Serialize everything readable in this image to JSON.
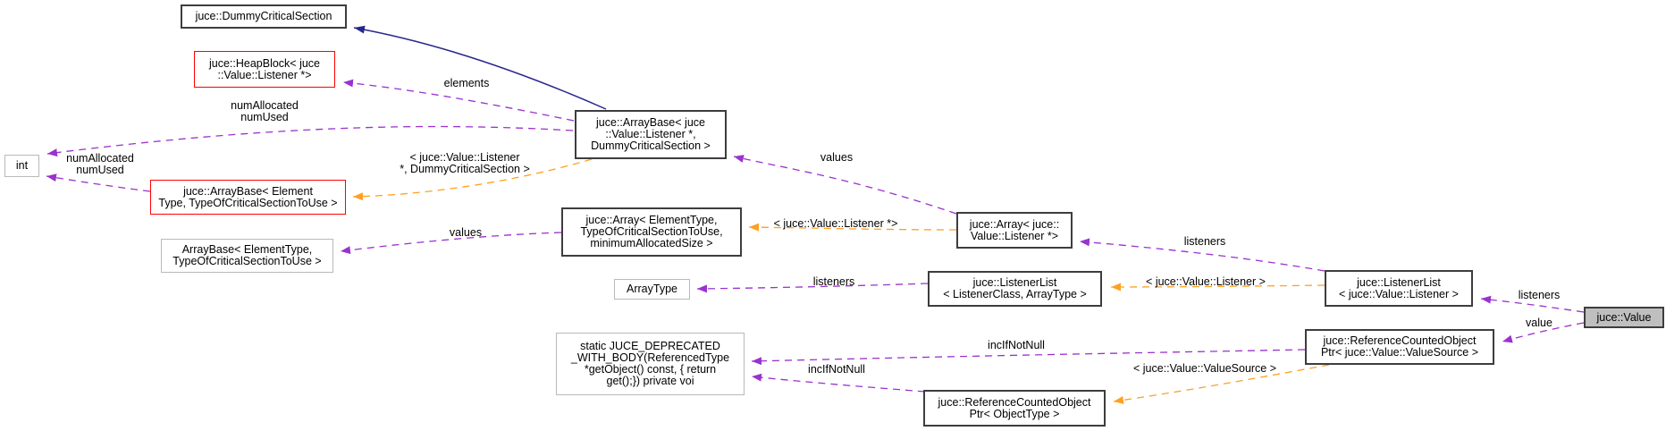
{
  "diagram": {
    "kind": "doxygen-collaboration-graph",
    "colors": {
      "usage_edge": "#9a32cd",
      "template_edge": "#ffa020",
      "inheritance_edge": "#26268f",
      "node_border": "#3d3d3d",
      "undocumented_border": "#b9b9b9",
      "truncated_border": "#ff0000",
      "main_node_fill": "#bfbfbf",
      "background": "#ffffff"
    },
    "nodes": {
      "dummy_critical_section": {
        "lines": [
          "juce::DummyCriticalSection"
        ]
      },
      "heap_block": {
        "lines": [
          "juce::HeapBlock< juce",
          "::Value::Listener *>"
        ]
      },
      "int_type": {
        "lines": [
          "int"
        ]
      },
      "arraybase_element": {
        "lines": [
          "juce::ArrayBase< Element",
          "Type, TypeOfCriticalSectionToUse >"
        ]
      },
      "arraybase_elementtype": {
        "lines": [
          "ArrayBase< ElementType,",
          "TypeOfCriticalSectionToUse >"
        ]
      },
      "arraybase_listener": {
        "lines": [
          "juce::ArrayBase< juce",
          "::Value::Listener *,",
          "DummyCriticalSection >"
        ]
      },
      "array_elementtype": {
        "lines": [
          "juce::Array< ElementType,",
          "TypeOfCriticalSectionToUse,",
          "minimumAllocatedSize >"
        ]
      },
      "arraytype": {
        "lines": [
          "ArrayType"
        ]
      },
      "array_listener": {
        "lines": [
          "juce::Array< juce::",
          "Value::Listener *>"
        ]
      },
      "listenerlist_generic": {
        "lines": [
          "juce::ListenerList",
          "< ListenerClass, ArrayType >"
        ]
      },
      "listenerlist_value": {
        "lines": [
          "juce::ListenerList",
          "< juce::Value::Listener >"
        ]
      },
      "deprecated": {
        "lines": [
          "static JUCE_DEPRECATED",
          "_WITH_BODY(ReferencedType",
          "*getObject() const, { return",
          "get();}) private voi"
        ]
      },
      "rco_valuesource": {
        "lines": [
          "juce::ReferenceCountedObject",
          "Ptr< juce::Value::ValueSource >"
        ]
      },
      "rco_objecttype": {
        "lines": [
          "juce::ReferenceCountedObject",
          "Ptr< ObjectType >"
        ]
      },
      "value": {
        "lines": [
          "juce::Value"
        ]
      }
    },
    "edge_labels": {
      "elements": {
        "lines": [
          "elements"
        ]
      },
      "num_top": {
        "lines": [
          "numAllocated",
          "numUsed"
        ]
      },
      "num_left": {
        "lines": [
          "numAllocated",
          "numUsed"
        ]
      },
      "tmpl_arraybase": {
        "lines": [
          "< juce::Value::Listener",
          "*, DummyCriticalSection >"
        ]
      },
      "values_left": {
        "lines": [
          "values"
        ]
      },
      "values_mid": {
        "lines": [
          "values"
        ]
      },
      "tmpl_listener_ptr": {
        "lines": [
          "< juce::Value::Listener *>"
        ]
      },
      "listeners_arraytype": {
        "lines": [
          "listeners"
        ]
      },
      "listeners_array": {
        "lines": [
          "listeners"
        ]
      },
      "tmpl_listener": {
        "lines": [
          "< juce::Value::Listener >"
        ]
      },
      "listeners_value": {
        "lines": [
          "listeners"
        ]
      },
      "value_label": {
        "lines": [
          "value"
        ]
      },
      "incifnotnull_top": {
        "lines": [
          "incIfNotNull"
        ]
      },
      "incifnotnull_bottom": {
        "lines": [
          "incIfNotNull"
        ]
      },
      "tmpl_valuesource": {
        "lines": [
          "< juce::Value::ValueSource >"
        ]
      }
    }
  }
}
